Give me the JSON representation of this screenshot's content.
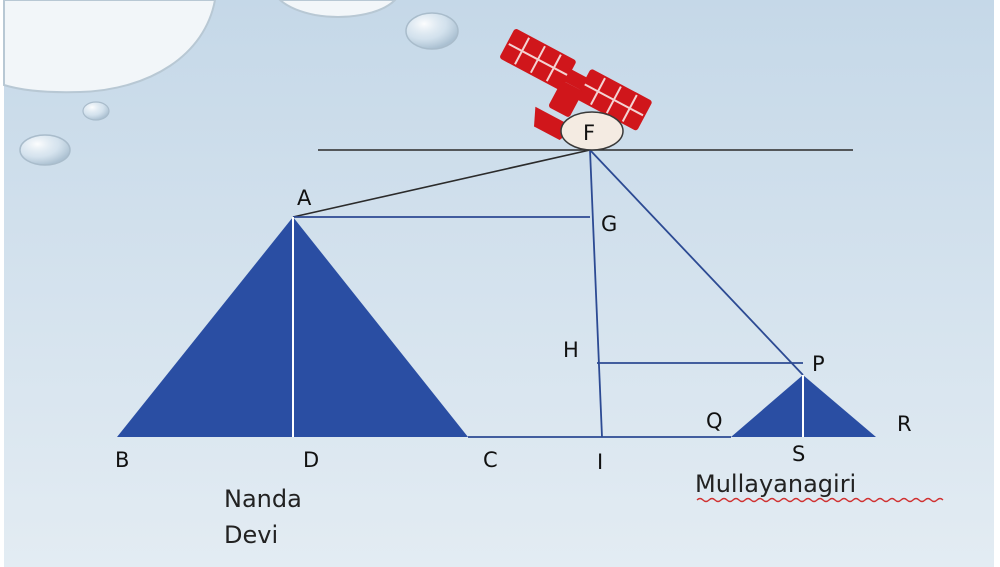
{
  "colors": {
    "background_top": "#c9dbe9",
    "background_bottom": "#dfe9f1",
    "mountain_fill": "#2a4ea3",
    "construction_line": "#2c4a93",
    "horizon_line": "#2b2b2b",
    "satellite": "#d0161b"
  },
  "icons": {
    "satellite": "satellite-icon",
    "bubbles": "water-bubble-decoration"
  },
  "diagram": {
    "points": {
      "A": "A",
      "B": "B",
      "C": "C",
      "D": "D",
      "F": "F",
      "G": "G",
      "H": "H",
      "I": "I",
      "P": "P",
      "Q": "Q",
      "R": "R",
      "S": "S"
    },
    "mountain_left": {
      "name_line1": "Nanda",
      "name_line2": "Devi"
    },
    "mountain_right": {
      "name": "Mullayanagiri"
    }
  }
}
